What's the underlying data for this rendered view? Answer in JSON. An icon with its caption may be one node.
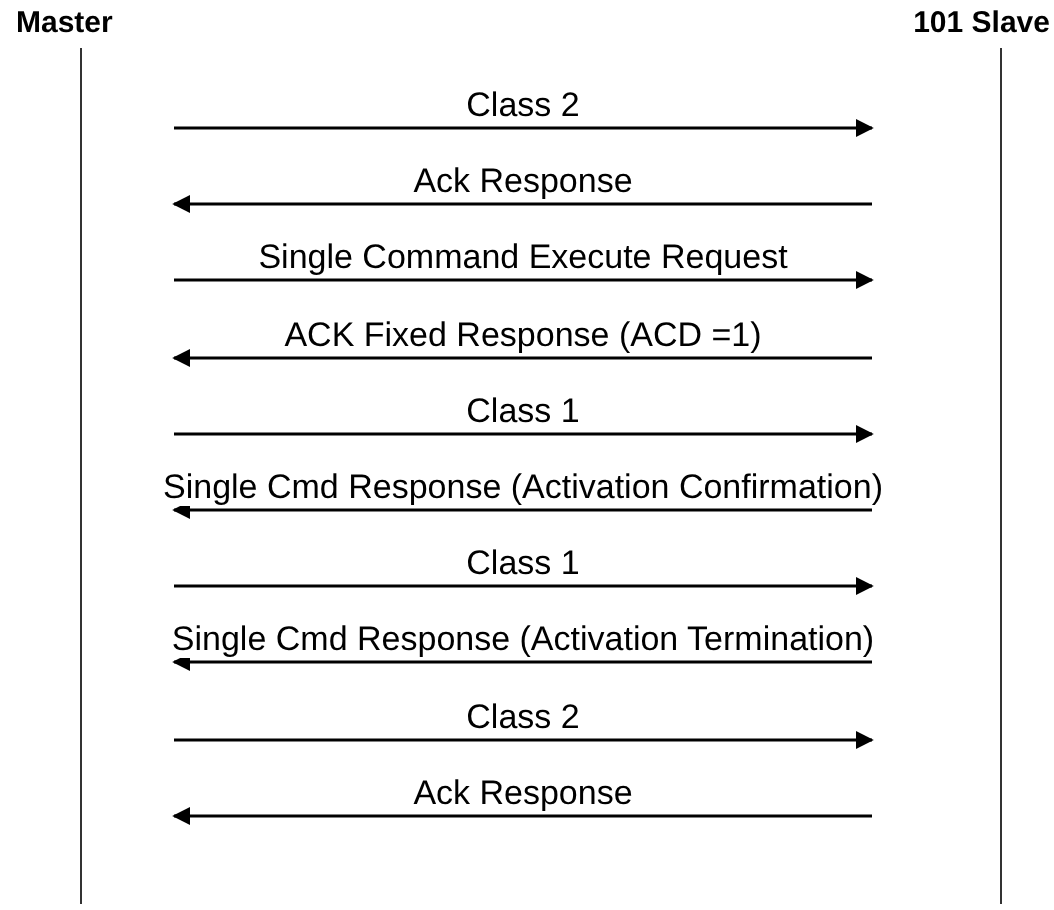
{
  "diagram": {
    "nodes": [
      {
        "text": [
          "Master"
        ]
      },
      {
        "text": [
          "101 Slave"
        ]
      }
    ],
    "edges": [
      {
        "from": 0,
        "to": 1,
        "arrow": "to",
        "label": "Class 2"
      },
      {
        "from": 1,
        "to": 0,
        "arrow": "to",
        "label": "Ack Response"
      },
      {
        "from": 0,
        "to": 1,
        "arrow": "to",
        "label": "Single Command Execute Request"
      },
      {
        "from": 1,
        "to": 0,
        "arrow": "to",
        "label": "ACK Fixed Response (ACD =1)"
      },
      {
        "from": 0,
        "to": 1,
        "arrow": "to",
        "label": "Class 1"
      },
      {
        "from": 1,
        "to": 0,
        "arrow": "to",
        "label": "Single Cmd Response (Activation Confirmation)"
      },
      {
        "from": 0,
        "to": 1,
        "arrow": "to",
        "label": "Class 1"
      },
      {
        "from": 1,
        "to": 0,
        "arrow": "to",
        "label": "Single Cmd Response (Activation Termination)"
      },
      {
        "from": 0,
        "to": 1,
        "arrow": "to",
        "label": "Class 2"
      },
      {
        "from": 1,
        "to": 0,
        "arrow": "to",
        "label": "Ack Response"
      }
    ]
  }
}
